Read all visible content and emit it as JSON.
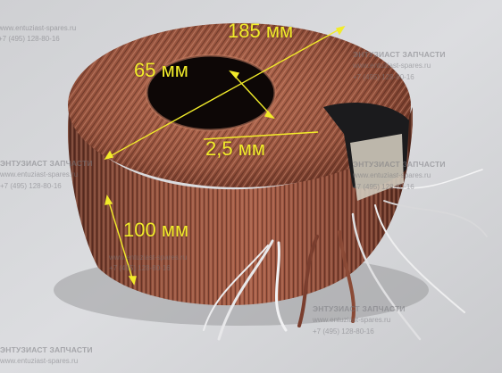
{
  "dimensions": {
    "outer_diameter": "185 мм",
    "inner_diameter": "65 мм",
    "wire_gauge": "2,5 мм",
    "height": "100 мм"
  },
  "watermark": {
    "brand": "ЭНТУЗИАСТ ЗАПЧАСТИ",
    "site": "www.entuziast-spares.ru",
    "phone": "+7 (495) 128-80-16"
  },
  "colors": {
    "annotation": "#f2ec2a",
    "wire": "#8a4a36",
    "background": "#d9dadc"
  }
}
